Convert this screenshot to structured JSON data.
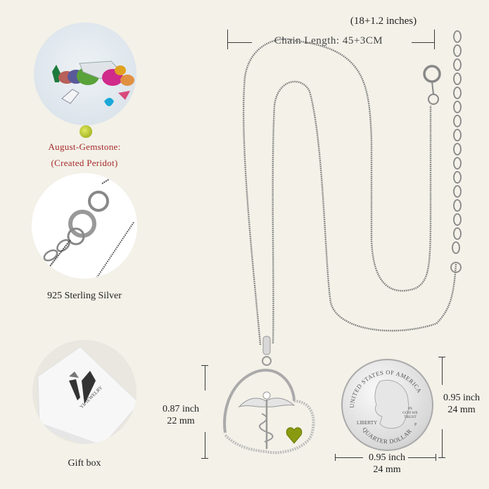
{
  "features": {
    "gemstone": {
      "caption_line1": "August-Gemstone:",
      "caption_line2": "(Created Peridot)",
      "stone_color": "#a8b828",
      "caption_color": "#a52a2a"
    },
    "material": {
      "caption": "925 Sterling Silver"
    },
    "packaging": {
      "caption": "Gift box",
      "brand": "YL JEWELRY"
    }
  },
  "chain": {
    "length_label": "Chain Length: 45+3CM",
    "length_inches": "(18+1.2 inches)"
  },
  "pendant": {
    "height_inch": "0.87 inch",
    "height_mm": "22 mm",
    "stone_color": "#8a9a10"
  },
  "coin": {
    "top_text": "UNITED STATES OF AMERICA",
    "motto": "IN GOD WE TRUST",
    "left_text": "LIBERTY",
    "bottom_text": "QUARTER DOLLAR",
    "mint": "P",
    "height_inch": "0.95 inch",
    "height_mm": "24 mm",
    "width_inch": "0.95 inch",
    "width_mm": "24 mm"
  },
  "colors": {
    "background": "#f3f1e8",
    "silver": "#9a9a9a"
  }
}
